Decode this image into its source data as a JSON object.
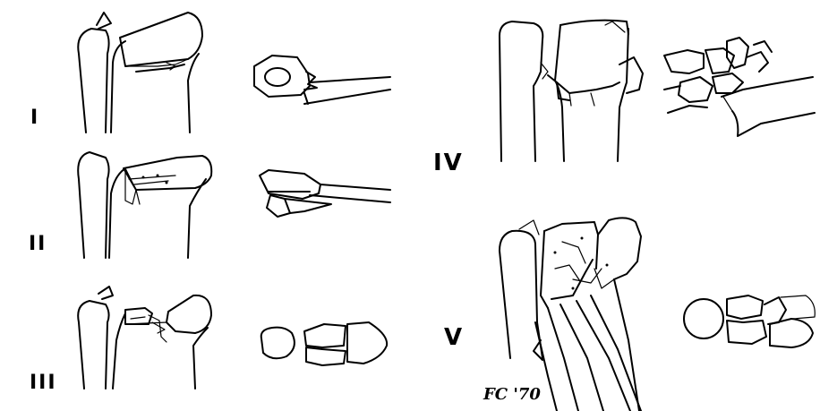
{
  "figure": {
    "panels": [
      {
        "id": "type-1",
        "label": "I"
      },
      {
        "id": "type-2",
        "label": "II"
      },
      {
        "id": "type-3",
        "label": "III"
      },
      {
        "id": "type-4",
        "label": "IV"
      },
      {
        "id": "type-5",
        "label": "V"
      }
    ],
    "signature": "FC '70"
  }
}
